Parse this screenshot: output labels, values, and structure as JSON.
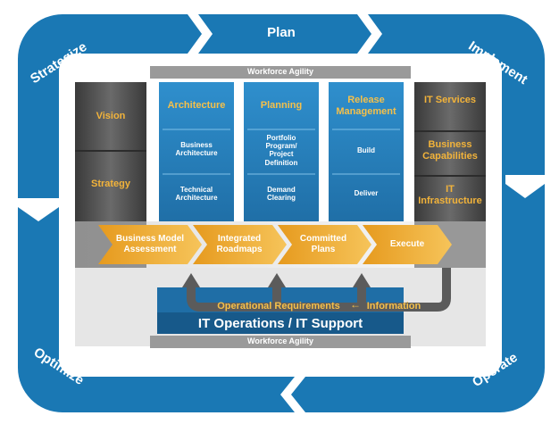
{
  "ring": {
    "top_left": "Strategize",
    "top": "Plan",
    "top_right": "Implement",
    "bottom_right": "Operate",
    "bottom_left": "Optimize"
  },
  "bands": {
    "top": "Workforce Agility",
    "bottom": "Workforce Agility"
  },
  "left_column": {
    "items": [
      "Vision",
      "Strategy"
    ]
  },
  "right_column": {
    "items": [
      "IT Services",
      "Business Capabilities",
      "IT Infrastructure"
    ]
  },
  "columns": [
    {
      "title": "Architecture",
      "items": [
        "Business Architecture",
        "Technical Architecture"
      ]
    },
    {
      "title": "Planning",
      "items": [
        "Portfolio Program/ Project Definition",
        "Demand Clearing"
      ]
    },
    {
      "title": "Release Management",
      "items": [
        "Build",
        "Deliver"
      ]
    }
  ],
  "flow": [
    "Business Model Assessment",
    "Integrated Roadmaps",
    "Committed Plans",
    "Execute"
  ],
  "feedback": {
    "left": "Operational Requirements",
    "arrow": "←",
    "right": "Information"
  },
  "operations": {
    "title": "IT Operations / IT Support"
  },
  "colors": {
    "ring_blue": "#1a78b4",
    "accent_gold": "#f5c04a",
    "column_blue": "#2c8cc8",
    "dark_gray": "#3e3e3e"
  }
}
